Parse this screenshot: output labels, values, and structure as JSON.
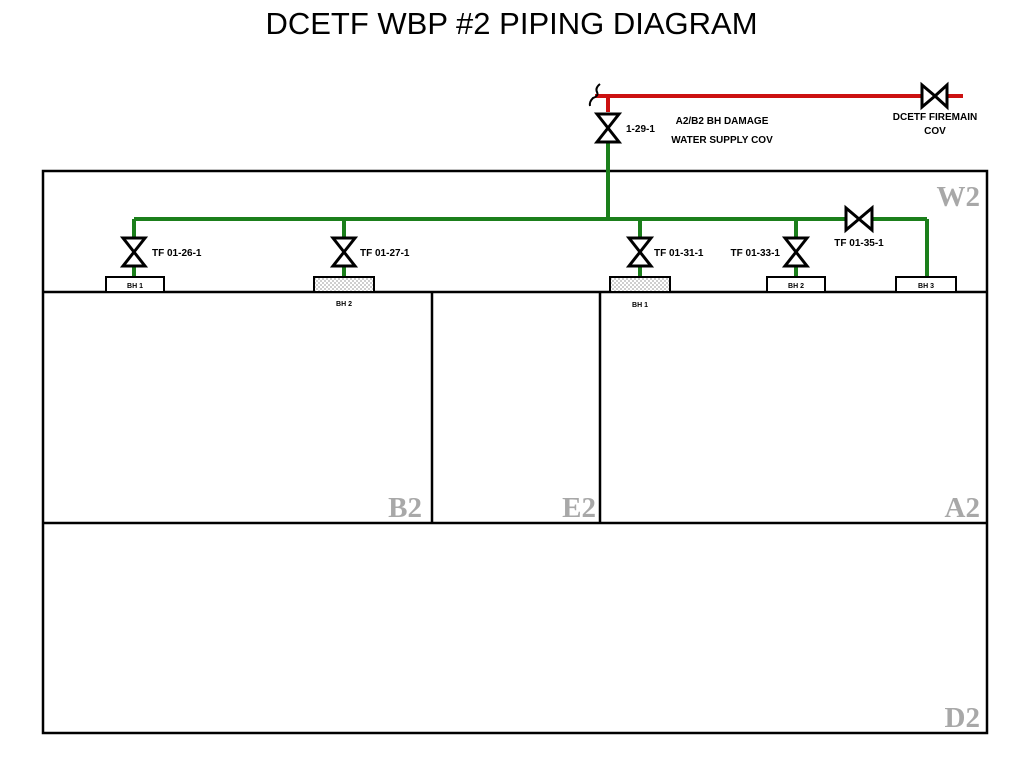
{
  "title": "DCETF WBP #2 PIPING DIAGRAM",
  "colors": {
    "firemain": "#cc1111",
    "water": "#1b7f1b",
    "wall": "#000000",
    "room_label": "#a8a8a8"
  },
  "rooms": {
    "w2": "W2",
    "b2": "B2",
    "e2": "E2",
    "a2": "A2",
    "d2": "D2"
  },
  "valves": {
    "v1_29_1": "1-29-1",
    "tf_01_26_1": "TF 01-26-1",
    "tf_01_27_1": "TF 01-27-1",
    "tf_01_31_1": "TF 01-31-1",
    "tf_01_33_1": "TF 01-33-1",
    "tf_01_35_1": "TF 01-35-1"
  },
  "annotations": {
    "cov_line1": "A2/B2 BH DAMAGE",
    "cov_line2": "WATER SUPPLY COV",
    "firemain_line1": "DCETF FIREMAIN",
    "firemain_line2": "COV"
  },
  "bulkhead_fittings": {
    "bh1_left": "BH 1",
    "bh2_left": "BH 2",
    "bh1_right": "BH 1",
    "bh2_right": "BH 2",
    "bh3_right": "BH 3"
  }
}
